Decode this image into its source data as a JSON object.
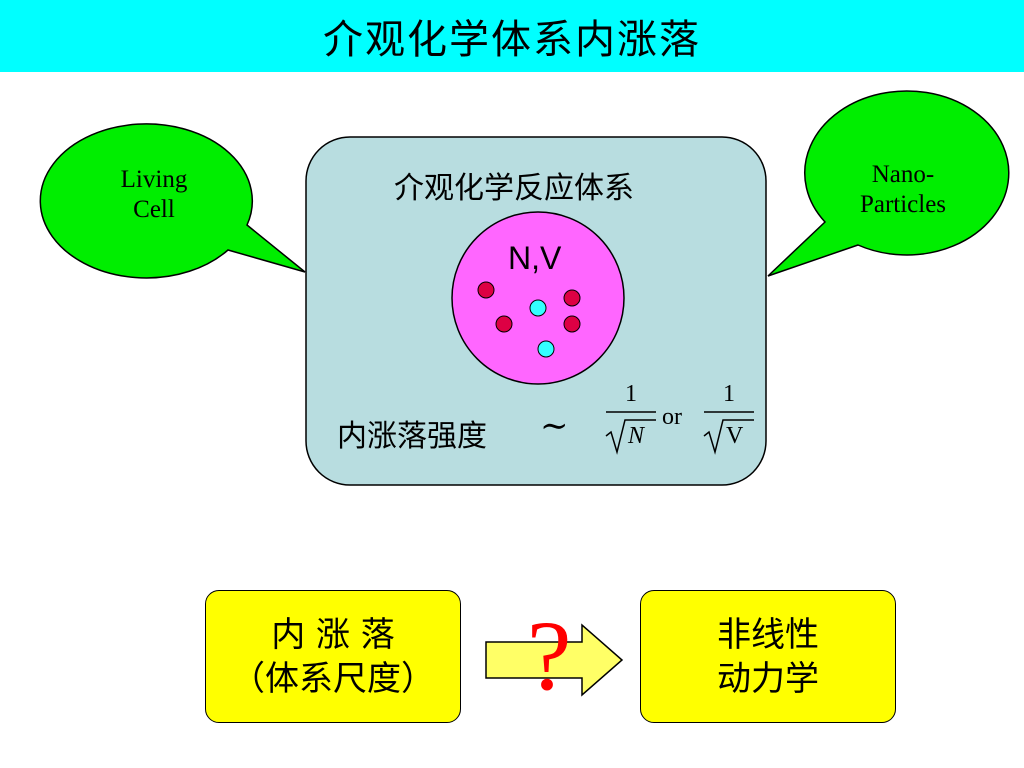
{
  "title": "介观化学体系内涨落",
  "left_bubble": {
    "line1": "Living",
    "line2": "Cell"
  },
  "right_bubble": {
    "line1": "Nano-",
    "line2": "Particles"
  },
  "center_box": {
    "heading": "介观化学反应体系",
    "circle_label": "N,V",
    "formula": {
      "label": "内涨落强度",
      "tilde": "∼",
      "numerator1": "1",
      "denominator1": "N",
      "or_text": "or",
      "numerator2": "1",
      "denominator2": "V"
    }
  },
  "bottom": {
    "left_box": {
      "line1": "内 涨 落",
      "line2": "（体系尺度）"
    },
    "question_mark": "?",
    "right_box": {
      "line1": "非线性",
      "line2": "动力学"
    }
  },
  "colors": {
    "title_bar": "#00ffff",
    "bubble": "#00ee00",
    "center_box": "#b8dde0",
    "circle": "#ff66ff",
    "red_particle": "#dd0044",
    "cyan_particle": "#33ffff",
    "yellow": "#ffff00",
    "question": "#ff0000"
  }
}
